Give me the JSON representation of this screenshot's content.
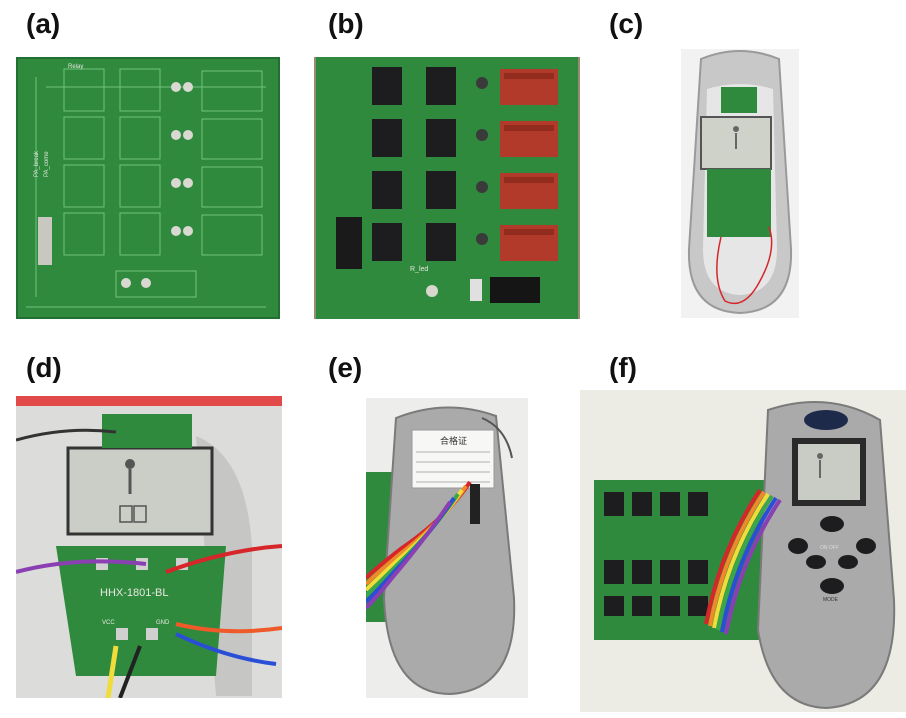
{
  "panels": [
    {
      "label": "(a)"
    },
    {
      "label": "(b)"
    },
    {
      "label": "(c)"
    },
    {
      "label": "(d)"
    },
    {
      "label": "(e)"
    },
    {
      "label": "(f)"
    }
  ],
  "photo_text": {
    "pcb_relay_label": "Relay",
    "pcb_pa_break": "PA_break",
    "pcb_pa_come": "PA_come",
    "pcb_r_led": "R_led",
    "board_marking": "HHX-1801-BL",
    "board_vcc": "VCC",
    "board_gnd": "GND",
    "cert_title": "合格证",
    "device_btn_on": "ON OFF",
    "device_btn_mode": "MODE"
  },
  "colors": {
    "pcb_green": "#2f8a3e",
    "pcb_dark": "#1f6b2d",
    "relay_black": "#1d1d1f",
    "relay_red": "#b23a2a",
    "lcd_grey": "#c9ccc4",
    "device_silver": "#a9aaa9",
    "wire_red": "#d6262a",
    "wire_blue": "#2a4fd6",
    "wire_yellow": "#f0dc3a",
    "wire_purple": "#8a3fb3"
  }
}
